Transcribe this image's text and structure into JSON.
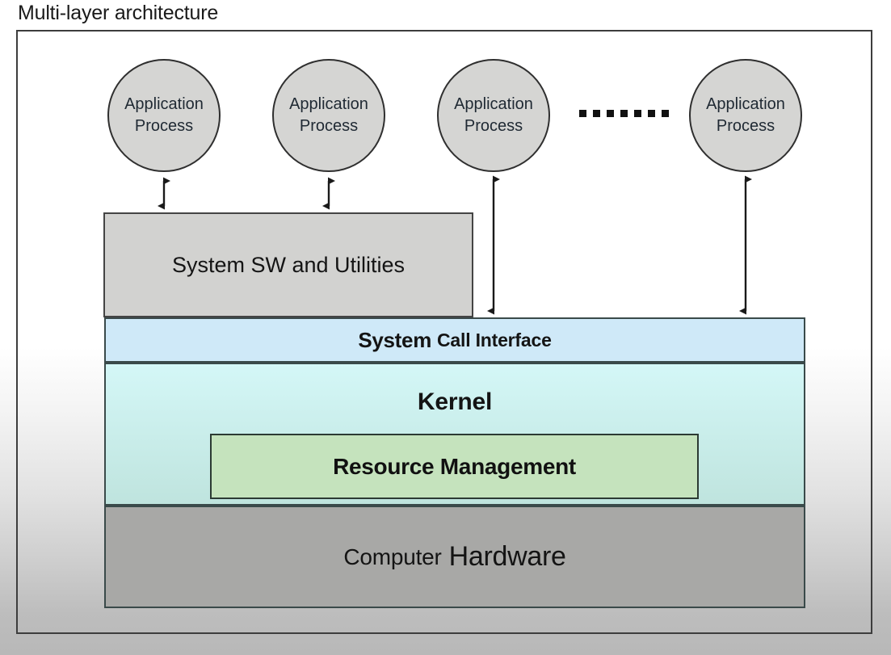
{
  "slide": {
    "title": "Multi-layer architecture"
  },
  "diagram": {
    "processes": [
      {
        "line1": "Application",
        "line2": "Process"
      },
      {
        "line1": "Application",
        "line2": "Process"
      },
      {
        "line1": "Application",
        "line2": "Process"
      },
      {
        "line1": "Application",
        "line2": "Process"
      }
    ],
    "ellipsis_dots": 7,
    "layers": {
      "system_sw": "System SW and Utilities",
      "system_call_interface": {
        "emphasis": "System",
        "rest": "Call Interface"
      },
      "kernel": "Kernel",
      "resource_management": "Resource Management",
      "hardware": {
        "first": "Computer",
        "second": "Hardware"
      }
    }
  },
  "colors": {
    "process_fill": "#d5d5d3",
    "system_sw_fill": "#d2d2d0",
    "system_call_fill": "#cfe9f8",
    "kernel_fill_top": "#d4f7f7",
    "kernel_fill_bottom": "#bfe4de",
    "resource_fill": "#c5e3bd",
    "hardware_fill": "#a8a8a6",
    "stroke": "#3a4a4a",
    "arrow": "#1a1a1a"
  }
}
